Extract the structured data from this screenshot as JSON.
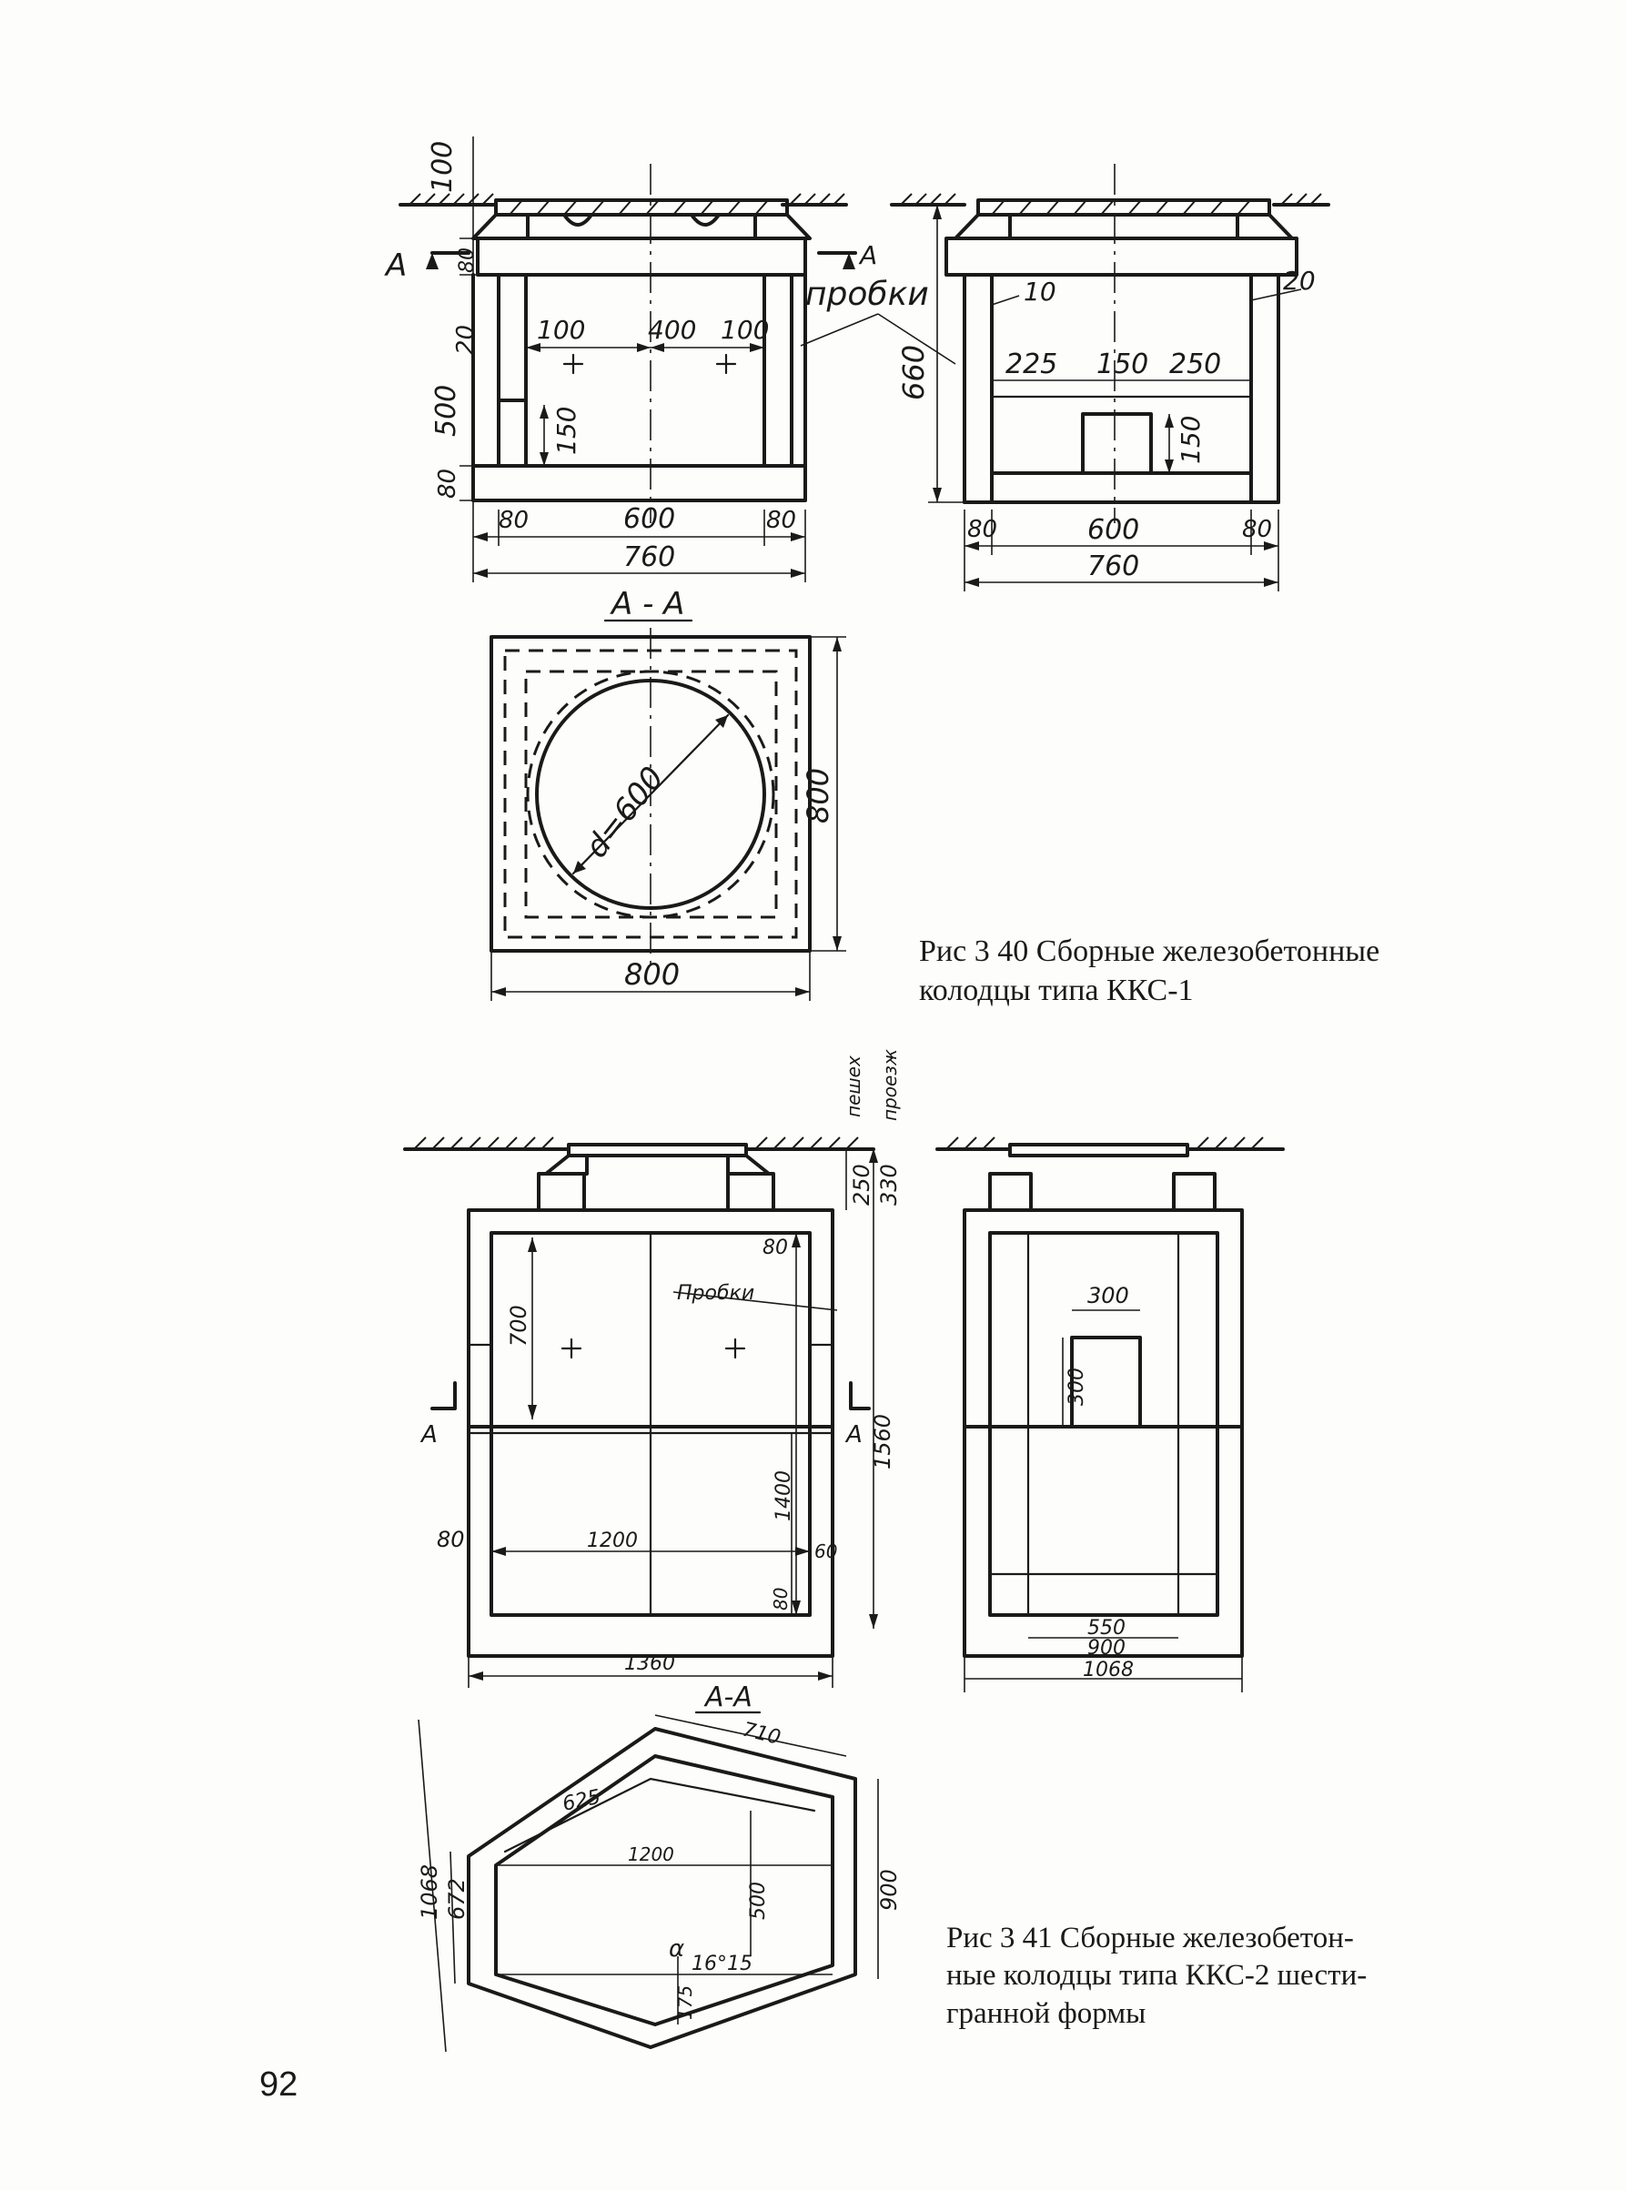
{
  "figure_340": {
    "caption_line1": "Рис 3 40 Сборные железобетонные",
    "caption_line2": "колодцы типа ККС-1",
    "section_label": "А - А",
    "cut_label": "А",
    "callout_label": "пробки",
    "front_dims": {
      "top": "100",
      "ring": "80",
      "wall_gap": "20",
      "height_500": "500",
      "bottom": "80",
      "offset_100_left": "100",
      "span_400": "400",
      "offset_100_right": "100",
      "hole_150": "150",
      "side_80_left": "80",
      "inner_600": "600",
      "side_80_right": "80",
      "total_760": "760"
    },
    "side_dims": {
      "height_660": "660",
      "gap_10": "10",
      "gap_20": "20",
      "w_225": "225",
      "w_150": "150",
      "w_250": "250",
      "hole_150": "150",
      "side_80_left": "80",
      "inner_600": "600",
      "side_80_right": "80",
      "total_760": "760"
    },
    "plan_dims": {
      "diameter": "d=600",
      "height_800": "800",
      "width_800": "800"
    }
  },
  "figure_341": {
    "caption_line1": "Рис 3 41  Сборные железобетон-",
    "caption_line2": "ные колодцы типа ККС-2 шести-",
    "caption_line3": "гранной формы",
    "section_label": "А-А",
    "cut_label": "А",
    "callout_label": "Пробки",
    "road_labels": {
      "pedestrian": "пешех",
      "vehicle": "проезж"
    },
    "front_dims": {
      "d250": "250",
      "d330": "330",
      "d80_top": "80",
      "d700": "700",
      "d1400": "1400",
      "d1560": "1560",
      "d80_left": "80",
      "d1200": "1200",
      "d60": "60",
      "d80_bottom": "80",
      "d1360": "1360"
    },
    "side_dims": {
      "d300_w": "300",
      "d300_h": "300",
      "d550": "550",
      "d900": "900",
      "d1068": "1068"
    },
    "plan_dims": {
      "d710": "710",
      "d625": "625",
      "d1200": "1200",
      "d500": "500",
      "d900": "900",
      "d1068": "1068",
      "d672": "672",
      "d175": "175",
      "alpha": "α",
      "angle": "16°15"
    }
  },
  "page_number": "92"
}
